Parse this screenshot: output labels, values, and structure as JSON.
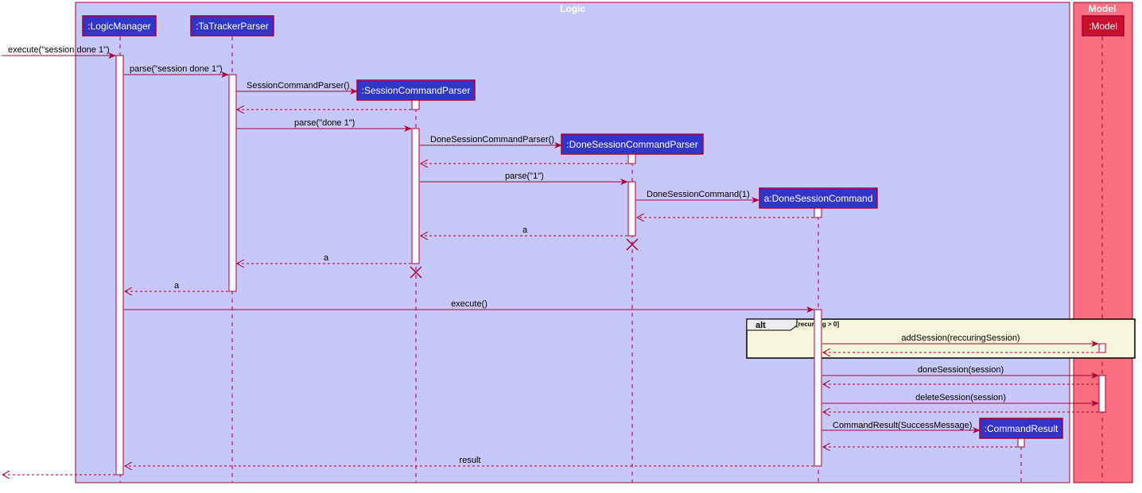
{
  "colors": {
    "logic_box": "#c8c8f8",
    "model_box": "#f87080",
    "border": "#a80036",
    "participant_fill": "#3434c8",
    "model_participant_fill": "#c8102e",
    "alt_fill": "#f5f5dc",
    "activation_fill": "#ffffff"
  },
  "boxes": {
    "logic": "Logic",
    "model": "Model"
  },
  "participants": {
    "logic_manager": ":LogicManager",
    "tatracker_parser": ":TaTrackerParser",
    "session_command_parser": ":SessionCommandParser",
    "done_session_command_parser": ":DoneSessionCommandParser",
    "done_session_command": "a:DoneSessionCommand",
    "command_result": ":CommandResult",
    "model": ":Model"
  },
  "messages": {
    "m1": "execute(\"session done 1\")",
    "m2": "parse(\"session done 1\")",
    "m3": "SessionCommandParser()",
    "m4": "parse(\"done 1\")",
    "m5": "DoneSessionCommandParser()",
    "m6": "parse(\"1\")",
    "m7": "DoneSessionCommand(1)",
    "r_a1": "a",
    "r_a2": "a",
    "r_a3": "a",
    "m8": "execute()",
    "m9": "addSession(reccuringSession)",
    "m10": "doneSession(session)",
    "m11": "deleteSession(session)",
    "m12": "CommandResult(SuccessMessage)",
    "r_result": "result"
  },
  "fragment": {
    "operator": "alt",
    "guard": "[recurring > 0]"
  },
  "icons": {
    "destroy": "destroy-x-icon"
  }
}
